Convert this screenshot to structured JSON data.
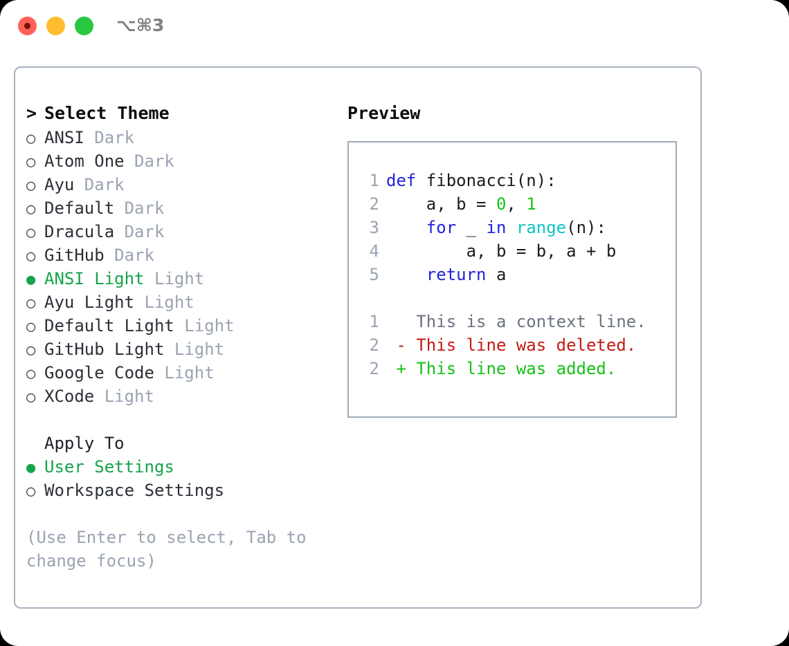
{
  "titlebar": {
    "shortcut": "⌥⌘3",
    "dots": [
      {
        "name": "close",
        "color": "#ff6058"
      },
      {
        "name": "minimize",
        "color": "#febc2e"
      },
      {
        "name": "maximize",
        "color": "#28c840"
      }
    ]
  },
  "colors": {
    "accent_green": "#16a34a",
    "muted_gray": "#9aa3b2",
    "panel_border": "#a8b2c0",
    "keyword_blue": "#2222dd",
    "function_cyan": "#11c5c5",
    "number_green": "#16c416",
    "diff_delete_red": "#c21b14",
    "diff_add_green": "#15c215"
  },
  "theme_list": {
    "caret": ">",
    "header": "Select Theme",
    "bullet_unselected": "○",
    "bullet_selected": "●",
    "items": [
      {
        "name": "ANSI",
        "kind": "Dark",
        "selected": false
      },
      {
        "name": "Atom One",
        "kind": "Dark",
        "selected": false
      },
      {
        "name": "Ayu",
        "kind": "Dark",
        "selected": false
      },
      {
        "name": "Default",
        "kind": "Dark",
        "selected": false
      },
      {
        "name": "Dracula",
        "kind": "Dark",
        "selected": false
      },
      {
        "name": "GitHub",
        "kind": "Dark",
        "selected": false
      },
      {
        "name": "ANSI Light",
        "kind": "Light",
        "selected": true
      },
      {
        "name": "Ayu Light",
        "kind": "Light",
        "selected": false
      },
      {
        "name": "Default Light",
        "kind": "Light",
        "selected": false
      },
      {
        "name": "GitHub Light",
        "kind": "Light",
        "selected": false
      },
      {
        "name": "Google Code",
        "kind": "Light",
        "selected": false
      },
      {
        "name": "XCode",
        "kind": "Light",
        "selected": false
      }
    ]
  },
  "apply_to": {
    "title": "Apply To",
    "options": [
      {
        "label": "User Settings",
        "selected": true
      },
      {
        "label": "Workspace Settings",
        "selected": false
      }
    ]
  },
  "help_text": "(Use Enter to select, Tab to change focus)",
  "preview": {
    "title": "Preview",
    "code_lines": [
      {
        "num": "1",
        "tokens": [
          {
            "t": "def",
            "c": "kw"
          },
          {
            "t": " fibonacci(n):",
            "c": ""
          }
        ]
      },
      {
        "num": "2",
        "tokens": [
          {
            "t": "    a, b = ",
            "c": ""
          },
          {
            "t": "0",
            "c": "num"
          },
          {
            "t": ", ",
            "c": ""
          },
          {
            "t": "1",
            "c": "num"
          }
        ]
      },
      {
        "num": "3",
        "tokens": [
          {
            "t": "    ",
            "c": ""
          },
          {
            "t": "for",
            "c": "kw"
          },
          {
            "t": " _ ",
            "c": ""
          },
          {
            "t": "in",
            "c": "kw"
          },
          {
            "t": " ",
            "c": ""
          },
          {
            "t": "range",
            "c": "fn"
          },
          {
            "t": "(n):",
            "c": ""
          }
        ]
      },
      {
        "num": "4",
        "tokens": [
          {
            "t": "        a, b = b, a + b",
            "c": ""
          }
        ]
      },
      {
        "num": "5",
        "tokens": [
          {
            "t": "    ",
            "c": ""
          },
          {
            "t": "return",
            "c": "kw"
          },
          {
            "t": " a",
            "c": ""
          }
        ]
      }
    ],
    "diff_lines": [
      {
        "num": "1",
        "marker": "  ",
        "text": "This is a context line.",
        "style": "ctx"
      },
      {
        "num": "2",
        "marker": "- ",
        "text": "This line was deleted.",
        "style": "del"
      },
      {
        "num": "2",
        "marker": "+ ",
        "text": "This line was added.",
        "style": "add"
      }
    ]
  }
}
